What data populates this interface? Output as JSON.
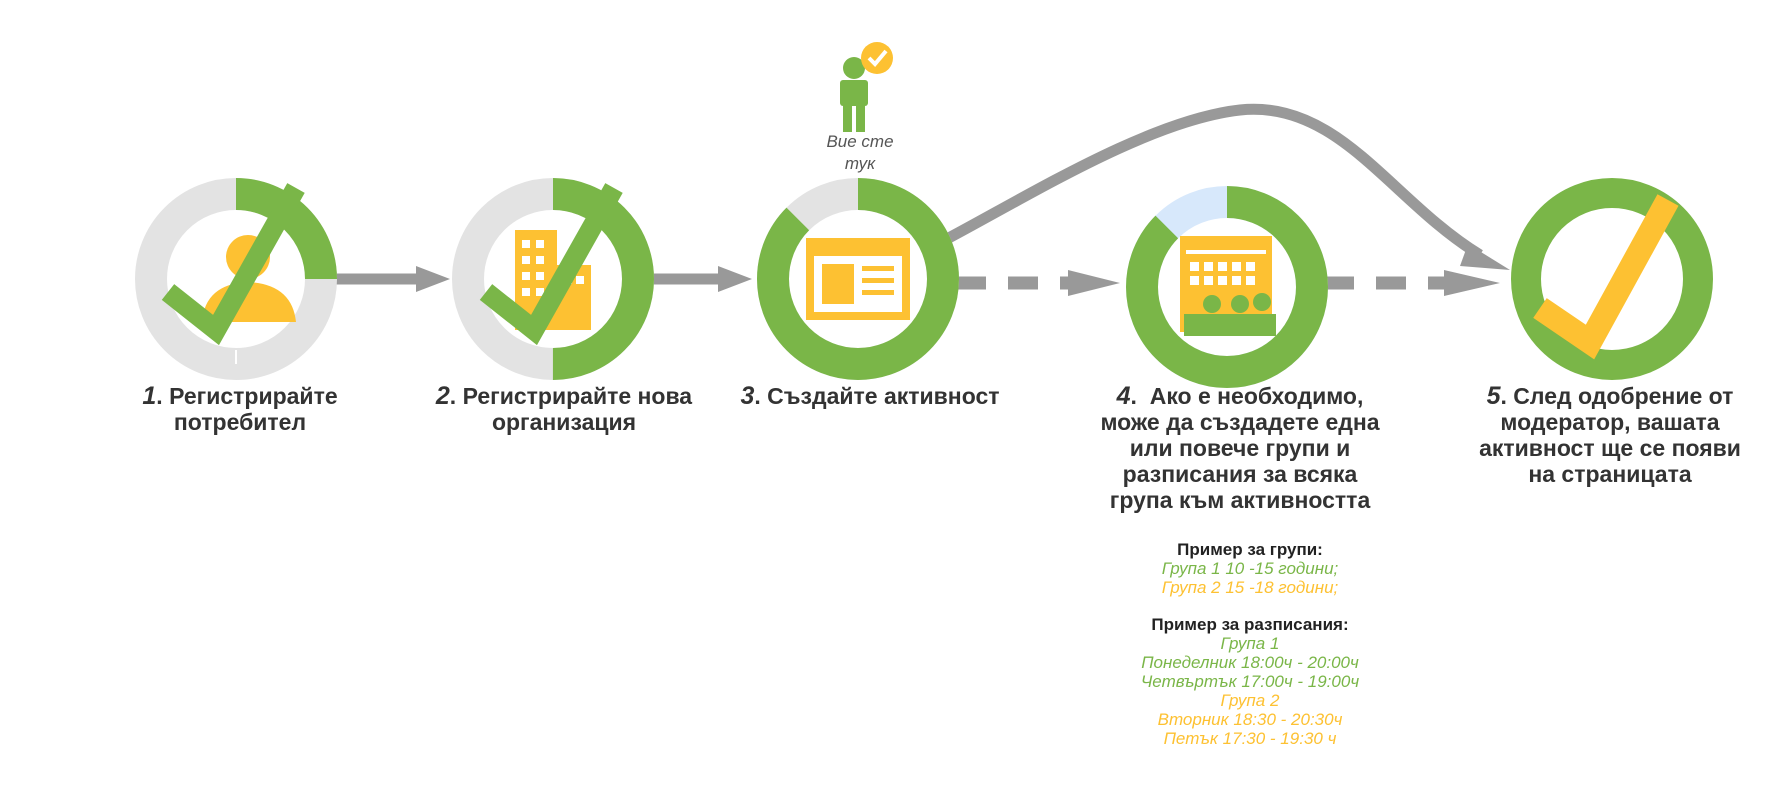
{
  "colors": {
    "green": "#7ab648",
    "yellow": "#fdc132",
    "gray": "#e3e3e3",
    "arrow_gray": "#999999",
    "light_blue": "#d7e8fb"
  },
  "you_are_here": {
    "icon": "person-check-icon",
    "line1": "Вие сте",
    "line2": "тук"
  },
  "steps": [
    {
      "number": "1",
      "line1": "Регистрирайте",
      "line2": "потребител",
      "icon": "user-icon",
      "progress": 0.25,
      "completed": true
    },
    {
      "number": "2",
      "line1": "Регистрирайте нова",
      "line2": "организация",
      "icon": "building-icon",
      "progress": 0.5,
      "completed": true
    },
    {
      "number": "3",
      "line1": "Създайте активност",
      "icon": "form-icon",
      "progress": 0.875,
      "completed": false
    },
    {
      "number": "4",
      "line1": "Ако е необходимо,",
      "line2": "може да създадете една",
      "line3": "или повече групи и",
      "line4": "разписания за всяка",
      "line5": "група към активността",
      "icon": "calendar-icon",
      "progress": 0.875,
      "completed": false
    },
    {
      "number": "5",
      "line1": "След одобрение от",
      "line2": "модератор, вашата",
      "line3": "активност ще се появи",
      "line4": "на страницата",
      "icon": "check-icon",
      "progress": 1,
      "completed": true
    }
  ],
  "examples": {
    "groups_title": "Пример за групи:",
    "group1": "Група 1 10 -15 години;",
    "group2": "Група 2 15 -18 години;",
    "schedule_title": "Пример за разписания:",
    "sched_group1": "Група 1",
    "sched_g1_a": "Понеделник 18:00ч - 20:00ч",
    "sched_g1_b": "Четвъртък 17:00ч - 19:00ч",
    "sched_group2": "Група 2",
    "sched_g2_a": "Вторник 18:30 - 20:30ч",
    "sched_g2_b": "Петък 17:30 - 19:30 ч"
  }
}
